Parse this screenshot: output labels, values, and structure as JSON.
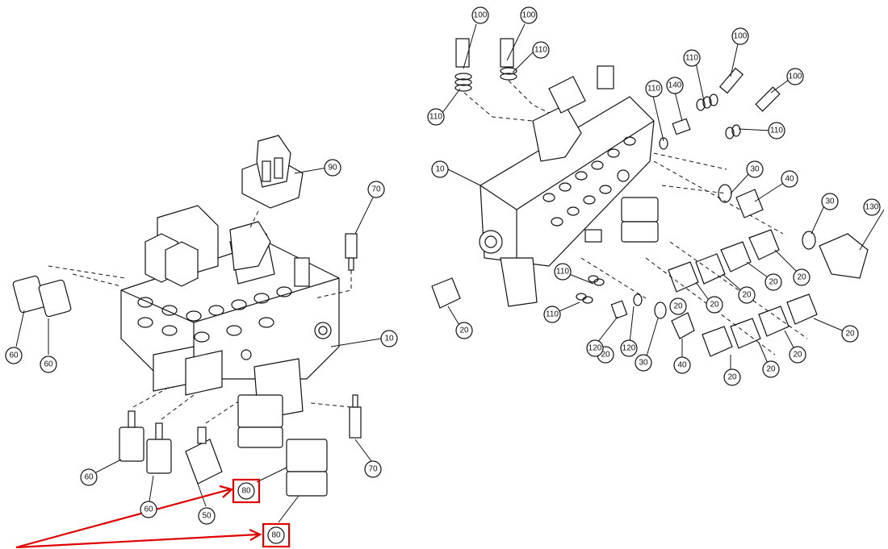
{
  "colors": {
    "line": "#111111",
    "background": "#ffffff",
    "highlight": "#e00000"
  },
  "callouts": {
    "left": {
      "n90": "90",
      "n70a": "70",
      "n10": "10",
      "n60a": "60",
      "n60b": "60",
      "n70b": "70",
      "n60c": "60",
      "n60d": "60",
      "n50": "50",
      "n80a": "80",
      "n80b": "80"
    },
    "right": {
      "n100a": "100",
      "n100b": "100",
      "n110a": "110",
      "n110b": "110",
      "n100c": "100",
      "n110c": "110",
      "n110d": "110",
      "n140": "140",
      "n100d": "100",
      "n110e": "110",
      "n10": "10",
      "n30a": "30",
      "n40a": "40",
      "n30b": "30",
      "n130": "130",
      "n20a": "20",
      "n20b": "20",
      "n20c": "20",
      "n20d": "20",
      "n20e": "20",
      "n20f": "20",
      "n20g": "20",
      "n20h": "20",
      "n20i": "20",
      "n20j": "20",
      "n20k": "20",
      "n110f": "110",
      "n110g": "110",
      "n120a": "120",
      "n120b": "120",
      "n30c": "30",
      "n40b": "40"
    }
  },
  "highlight": {
    "label": "80"
  }
}
